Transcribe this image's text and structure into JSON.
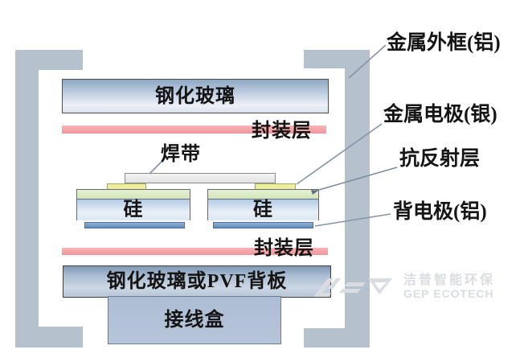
{
  "diagram": {
    "layers": {
      "glass_label": "钢化玻璃",
      "encap_top_label": "封装层",
      "ribbon_label": "焊带",
      "silicon_left_label": "硅",
      "silicon_right_label": "硅",
      "encap_bottom_label": "封装层",
      "backsheet_label": "钢化玻璃或PVF背板",
      "junction_box_label": "接线盒"
    },
    "callouts": {
      "frame": "金属外框(铝)",
      "front_electrode": "金属电极(银)",
      "antireflection": "抗反射层",
      "back_electrode": "背电极(铝)"
    },
    "colors": {
      "frame": "#b6c1ce",
      "encapsulant_pink": "#f2a0a4",
      "glass_blue": "#b9cade",
      "antireflection_green": "#d9e9c2",
      "electrode_yellow": "#edee9f",
      "back_electrode_blue": "#6b94c2",
      "junction_box": "#b2c1d7",
      "text": "#141414"
    }
  },
  "watermark": {
    "cn": "洁普智能环保",
    "en": "GEP ECOTECH"
  }
}
